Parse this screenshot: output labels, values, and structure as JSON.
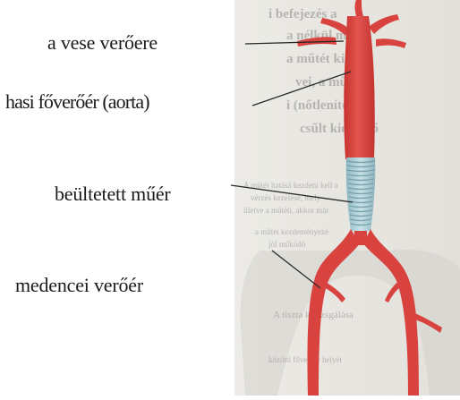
{
  "labels": {
    "renal_artery": "a vese verőere",
    "aorta": "hasi főverőér (aorta)",
    "graft": "beültetett műér",
    "iliac_artery": "medencei verőér"
  },
  "background_text": [
    "i befejezés a",
    "a nélkül mé",
    "a műtét ki kell",
    "vei, a műtéti",
    "i (nőtlenítés)",
    "csűlt kielégítő",
    "A műtét hatásá kezdeni kell a",
    "vérzés kezelése, mely",
    "illetve a műtéti, akkor már",
    "a műtét kezdeményezé",
    "jól működő",
    "A tiszta kivizsgálása",
    "közötti főverőér helyét"
  ],
  "colors": {
    "artery": "#d8433f",
    "artery_dark": "#b8302c",
    "graft": "#a8ccd4",
    "graft_stripe": "#6f9aa6",
    "label_text": "#1a1a1a",
    "leader_line": "#2a2a2a",
    "paper": "#e9e7e2"
  }
}
